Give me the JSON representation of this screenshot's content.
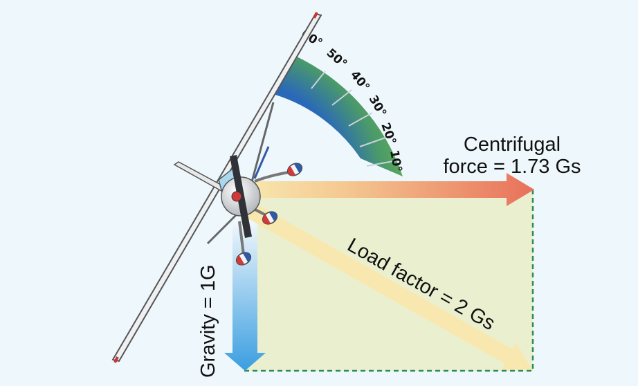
{
  "labels": {
    "centrifugal_line1": "Centrifugal",
    "centrifugal_line2": "force = 1.73 Gs",
    "load_factor": "Load factor = 2 Gs",
    "gravity": "Gravity = 1G"
  },
  "bank_scale": {
    "ticks": [
      "60°",
      "50°",
      "40°",
      "30°",
      "20°",
      "10°"
    ]
  },
  "colors": {
    "background": "#eef7fc",
    "rectangle_fill": "#eaf0cf",
    "dashed_outline": "#2e8b57",
    "force_arrow": "#e8705a",
    "gravity_arrow": "#3a9ee0",
    "arc_green": "#6fbf3a",
    "arc_blue": "#2a69b8"
  }
}
